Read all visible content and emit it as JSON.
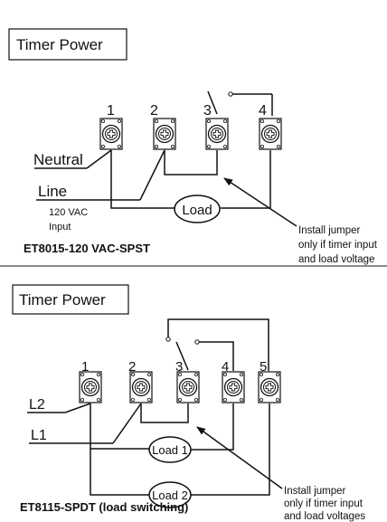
{
  "diagram1": {
    "title": "Timer Power",
    "terminals": [
      "1",
      "2",
      "3",
      "4"
    ],
    "neutral": "Neutral",
    "line": "Line",
    "vac_line1": "120 VAC",
    "vac_line2": "Input",
    "load": "Load",
    "note": [
      "Install jumper",
      "only if timer input",
      "and load voltage"
    ],
    "model": "ET8015-120 VAC-SPST"
  },
  "diagram2": {
    "title": "Timer Power",
    "terminals": [
      "1",
      "2",
      "3",
      "4",
      "5"
    ],
    "l2": "L2",
    "l1": "L1",
    "load1": "Load 1",
    "load2": "Load 2",
    "note": [
      "Install jumper",
      "only if timer input",
      "and load voltages"
    ],
    "model": "ET8115-SPDT (load switching)"
  }
}
